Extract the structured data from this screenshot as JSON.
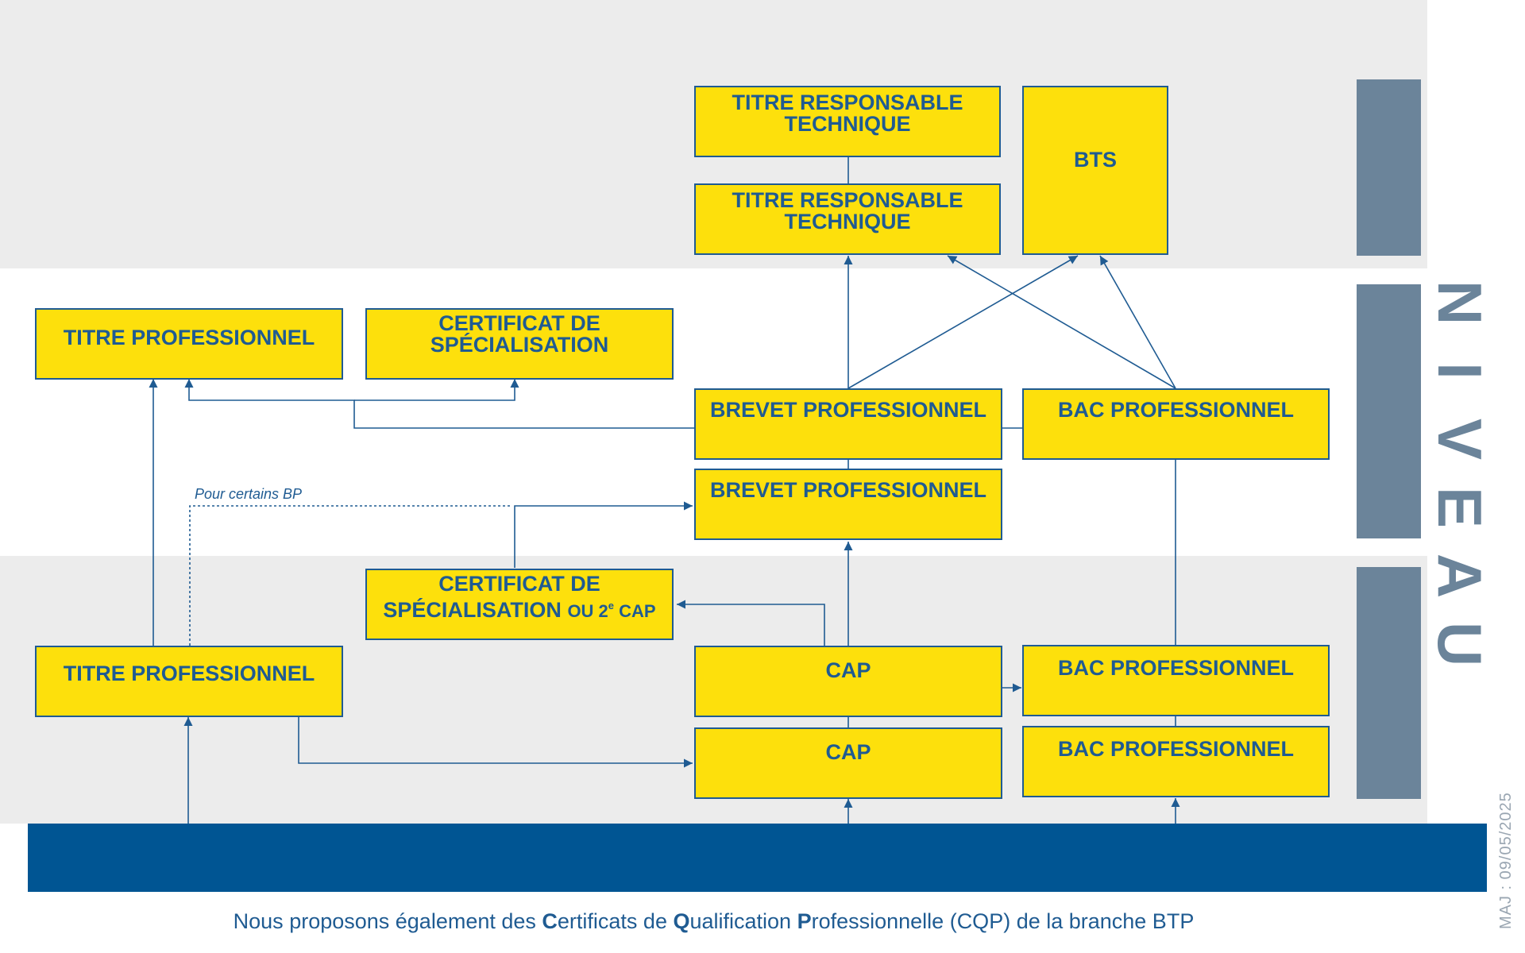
{
  "boxes": {
    "titre_resp_tech_top": {
      "line1": "TITRE RESPONSABLE",
      "line2": "TECHNIQUE"
    },
    "titre_resp_tech_bottom": {
      "line1": "TITRE RESPONSABLE",
      "line2": "TECHNIQUE"
    },
    "bts": "BTS",
    "titre_pro_upper": "TITRE PROFESSIONNEL",
    "certif_spec_upper": {
      "line1": "CERTIFICAT DE",
      "line2": "SPÉCIALISATION"
    },
    "brevet_pro_1": "BREVET PROFESSIONNEL",
    "brevet_pro_2": "BREVET PROFESSIONNEL",
    "bac_pro_upper": "BAC PROFESSIONNEL",
    "certif_spec_lower": {
      "line1": "CERTIFICAT DE",
      "line2_main": "SPÉCIALISATION",
      "line2_small_a": "OU 2",
      "line2_sup": "e",
      "line2_small_b": " CAP"
    },
    "titre_pro_lower": "TITRE PROFESSIONNEL",
    "cap_1": "CAP",
    "cap_2": "CAP",
    "bac_pro_1": "BAC PROFESSIONNEL",
    "bac_pro_2": "BAC PROFESSIONNEL"
  },
  "note_label": "Pour certains BP",
  "niveau_label": "NIVEAU",
  "niveau_letters": [
    "N",
    "I",
    "V",
    "E",
    "A",
    "U"
  ],
  "maj": "MAJ : 09/05/2025",
  "footer": {
    "p1": "Nous proposons également des ",
    "b1": "C",
    "p2": "ertificats de ",
    "b2": "Q",
    "p3": "ualification ",
    "b3": "P",
    "p4": "rofessionnelle (CQP) de la branche BTP"
  },
  "colors": {
    "box_fill": "#fde00c",
    "box_text": "#1f5b92",
    "arrow": "#1f5b92",
    "band": "#ececec",
    "niveau": "#6b849a",
    "bottom_bar": "#005593"
  }
}
